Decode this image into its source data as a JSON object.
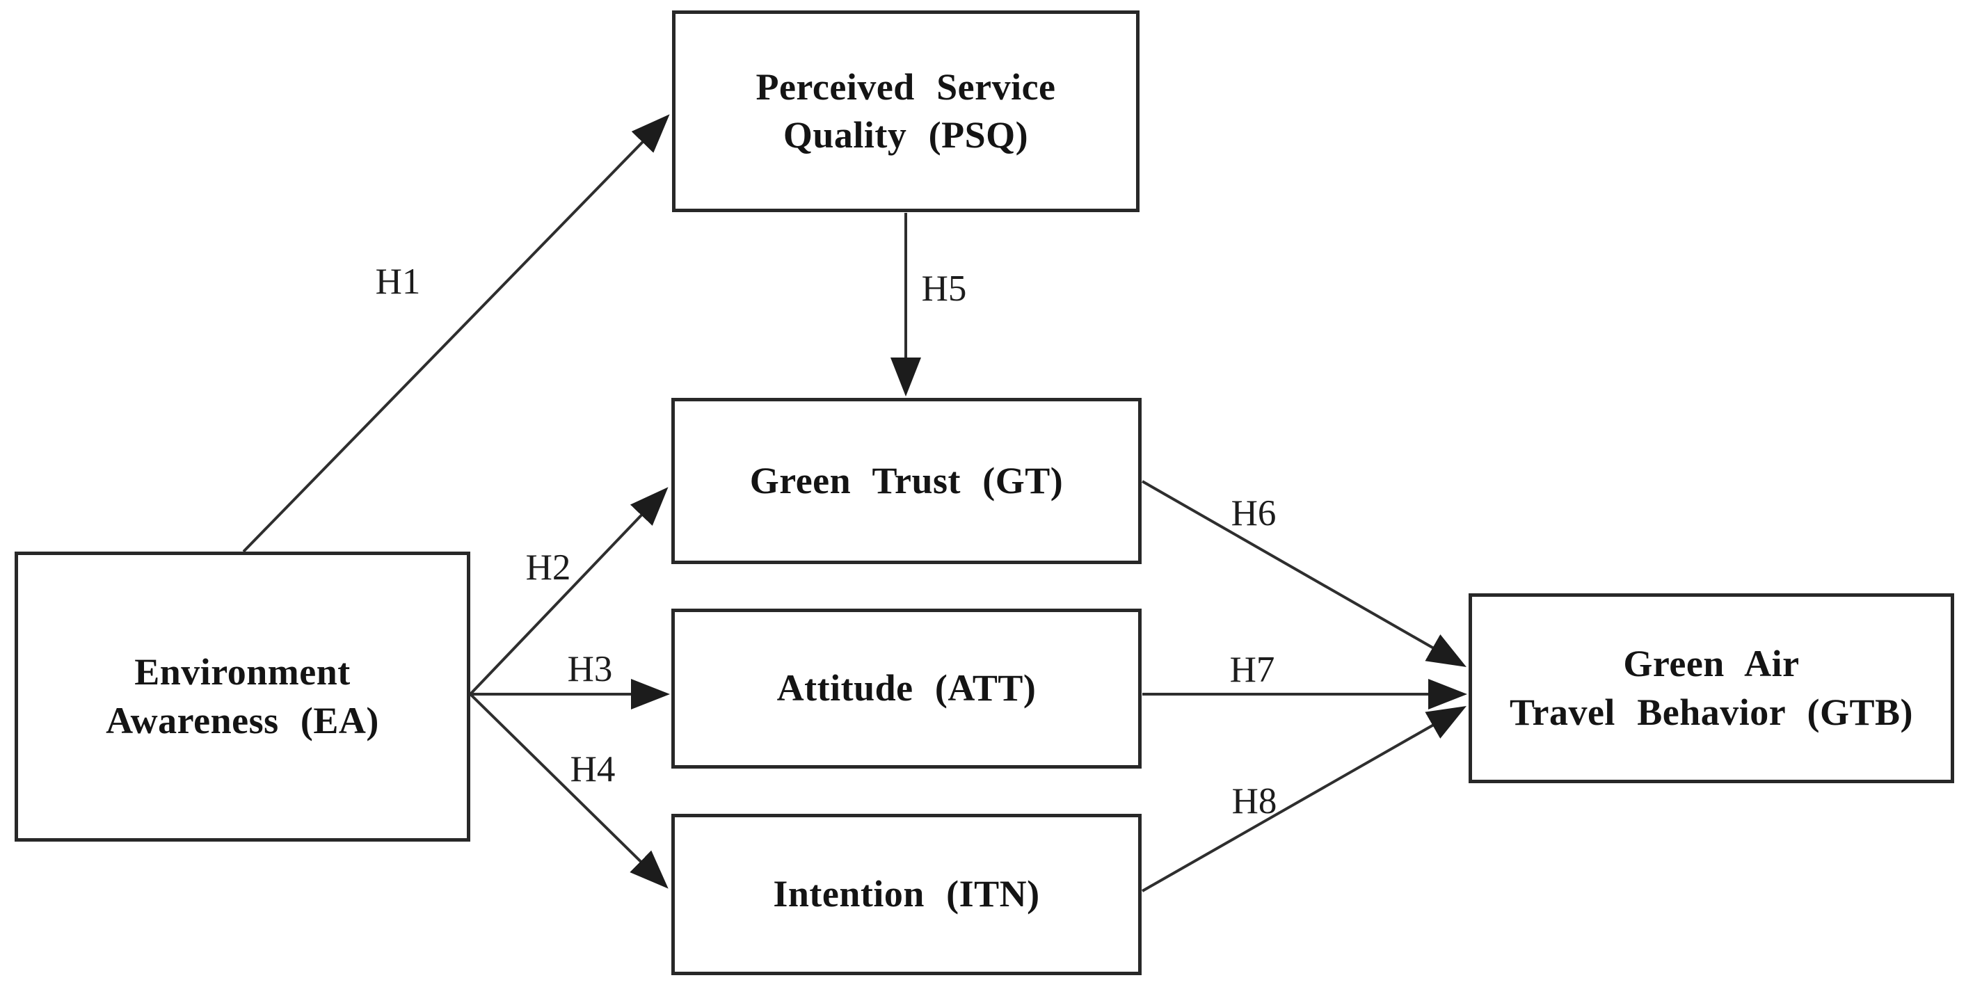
{
  "figure": {
    "description": "Hypothesized research model diagram",
    "background_color": "#ffffff",
    "line_color": "#2e2e2e",
    "box_border_color": "#282828",
    "text_color": "#141414",
    "nodes": [
      {
        "id": "ea",
        "label": "Environment\nAwareness (EA)"
      },
      {
        "id": "psq",
        "label": "Perceived Service\nQuality (PSQ)"
      },
      {
        "id": "gt",
        "label": "Green Trust (GT)"
      },
      {
        "id": "att",
        "label": "Attitude (ATT)"
      },
      {
        "id": "itn",
        "label": "Intention (ITN)"
      },
      {
        "id": "gtb",
        "label": "Green Air\nTravel Behavior (GTB)"
      }
    ],
    "edges": [
      {
        "label": "H1",
        "from": "ea",
        "to": "psq"
      },
      {
        "label": "H2",
        "from": "ea",
        "to": "gt"
      },
      {
        "label": "H3",
        "from": "ea",
        "to": "att"
      },
      {
        "label": "H4",
        "from": "ea",
        "to": "itn"
      },
      {
        "label": "H5",
        "from": "psq",
        "to": "gt"
      },
      {
        "label": "H6",
        "from": "gt",
        "to": "gtb"
      },
      {
        "label": "H7",
        "from": "att",
        "to": "gtb"
      },
      {
        "label": "H8",
        "from": "itn",
        "to": "gtb"
      }
    ]
  }
}
